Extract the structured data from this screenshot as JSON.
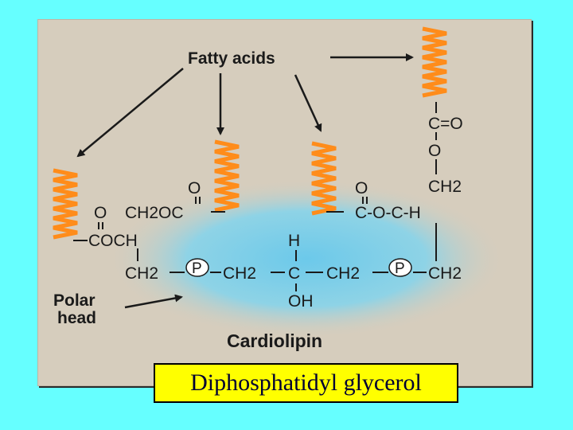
{
  "labels": {
    "fatty_acids": "Fatty acids",
    "polar_head_line1": "Polar",
    "polar_head_line2": "head",
    "molecule_name": "Cardiolipin"
  },
  "caption": "Diphosphatidyl glycerol",
  "formula": {
    "left_top_o": "O",
    "left_top_chain": "CH2OC",
    "left_mid_o": "O",
    "left_coch": "COCH",
    "left_ch2": "CH2",
    "phosphate": "P",
    "center_h": "H",
    "center_c": "C",
    "center_oh": "OH",
    "center_ch2": "CH2",
    "right_co": "C=O",
    "right_o": "O",
    "right_ch2": "CH2",
    "right_o2": "O",
    "right_ester": "C-O-C-H",
    "right_bottom_ch2": "CH2"
  },
  "colors": {
    "background": "#66ffff",
    "panel": "#d6cdbd",
    "spring": "#ff8c1a",
    "polar_glow": "#7fd0ea",
    "caption_bg": "#ffff00",
    "text": "#1a1a1a"
  }
}
